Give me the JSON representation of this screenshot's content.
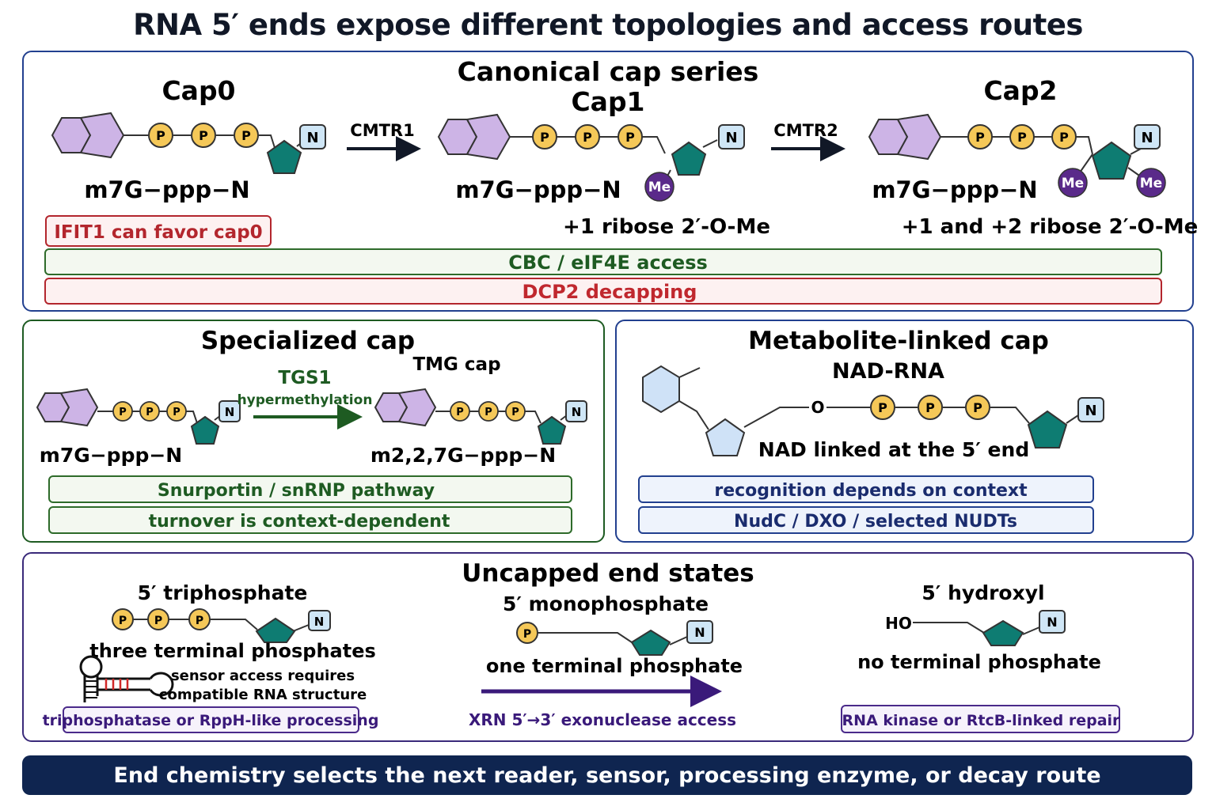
{
  "title": "RNA 5′ ends expose different topologies and access routes",
  "canonical": {
    "heading": "Canonical cap series",
    "cap0": {
      "label": "Cap0",
      "formula": "m7G−ppp−N"
    },
    "cap1": {
      "label": "Cap1",
      "formula": "m7G−ppp−N",
      "note": "+1 ribose 2′-O-Me"
    },
    "cap2": {
      "label": "Cap2",
      "formula": "m7G−ppp−N",
      "note": "+1 and +2 ribose 2′-O-Me"
    },
    "enzyme1": "CMTR1",
    "enzyme2": "CMTR2",
    "ifit": "IFIT1 can favor cap0",
    "cbc_bar": "CBC / eIF4E access",
    "dcp2_bar": "DCP2 decapping"
  },
  "specialized": {
    "heading": "Specialized cap",
    "left_formula": "m7G−ppp−N",
    "enzyme": "TGS1",
    "enzyme_sub": "hypermethylation",
    "tmg_label": "TMG cap",
    "tmg_formula": "m2,2,7G−ppp−N",
    "bar1": "Snurportin / snRNP pathway",
    "bar2": "turnover is context-dependent"
  },
  "metabolite": {
    "heading": "Metabolite-linked cap",
    "subheading": "NAD-RNA",
    "o_label": "O",
    "note": "NAD linked at the 5′ end",
    "bar1": "recognition depends on context",
    "bar2": "NudC / DXO / selected NUDTs"
  },
  "uncapped": {
    "heading": "Uncapped end states",
    "tri_label": "5′ triphosphate",
    "tri_note": "three terminal phosphates",
    "sensor_line1": "sensor access requires",
    "sensor_line2": "compatible RNA structure",
    "tri_bar": "triphosphatase or RppH-like processing",
    "mono_label": "5′ monophosphate",
    "mono_note": "one terminal phosphate",
    "xrn": "XRN 5′→3′ exonuclease access",
    "hydroxyl_label": "5′ hydroxyl",
    "ho": "HO",
    "hydroxyl_note": "no terminal phosphate",
    "hydroxyl_bar": "RNA kinase or RtcB-linked repair"
  },
  "glyphs": {
    "phosphate": "P",
    "nucleotide": "N",
    "methyl": "Me"
  },
  "footer": "End chemistry selects the next reader, sensor, processing enzyme, or decay route",
  "colors": {
    "guanine": "#cdb4e6",
    "phosphate": "#f5c858",
    "ribose": "#0e7c72",
    "nucleobase": "#cfe6f6",
    "methyl": "#5a2a8a",
    "nad_ring": "#cfe2f7",
    "blue_border": "#22408f",
    "green_border": "#1e5b22",
    "purple_border": "#3a2a7a",
    "footer_bg": "#0f2550"
  }
}
